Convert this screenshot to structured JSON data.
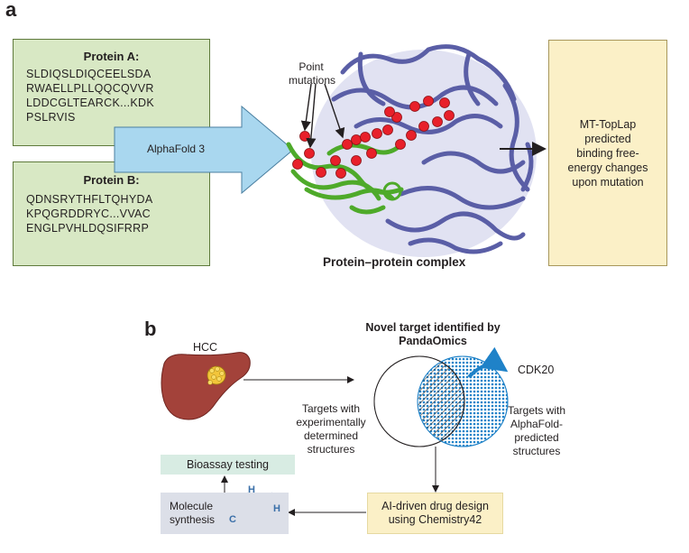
{
  "panel_a": {
    "letter": "a",
    "protein_a": {
      "title": "Protein A:",
      "sequence_lines": [
        "SLDIQSLDIQCEELSDA",
        "RWAELLPLLQQCQVVR",
        "LDDCGLTEARCK...KDK",
        "PSLRVIS"
      ]
    },
    "protein_b": {
      "title": "Protein B:",
      "sequence_lines": [
        "QDNSRYTHFLTQHYDA",
        "KPQGRDDRYC...VVAC",
        "ENGLPVHLDQSIFRRP"
      ]
    },
    "alphafold_label": "AlphaFold 3",
    "point_mutations_label": [
      "Point",
      "mutations"
    ],
    "complex_label": "Protein–protein complex",
    "output_lines": [
      "MT-TopLap",
      "predicted",
      "binding free-",
      "energy changes",
      "upon mutation"
    ]
  },
  "panel_b": {
    "letter": "b",
    "hcc_label": "HCC",
    "novel_target_lines": [
      "Novel target identified by",
      "PandaOmics"
    ],
    "cdk_label": "CDK20",
    "left_set_lines": [
      "Targets with",
      "experimentally",
      "determined",
      "structures"
    ],
    "right_set_lines": [
      "Targets with",
      "AlphaFold-",
      "predicted",
      "structures"
    ],
    "bioassay_label": "Bioassay testing",
    "molecule_lines": [
      "Molecule",
      "synthesis"
    ],
    "ai_design_lines": [
      "AI-driven drug design",
      "using Chemistry42"
    ],
    "chem_letters": {
      "h1": "H",
      "h2": "H",
      "c": "C"
    }
  },
  "colors": {
    "green_fill": "#d8e8c4",
    "yellow_fill": "#fbf0c7",
    "arrow_blue": "#a9d7ef",
    "protein_purple": "#5a5ea6",
    "protein_green": "#4eaa2a",
    "mutation_red": "#e8202a",
    "dots_blue": "#1f82c8",
    "cdk_arrow": "#1f82c8",
    "bioassay_fill": "#d8ece3",
    "molecule_fill": "#dcdfe8"
  }
}
